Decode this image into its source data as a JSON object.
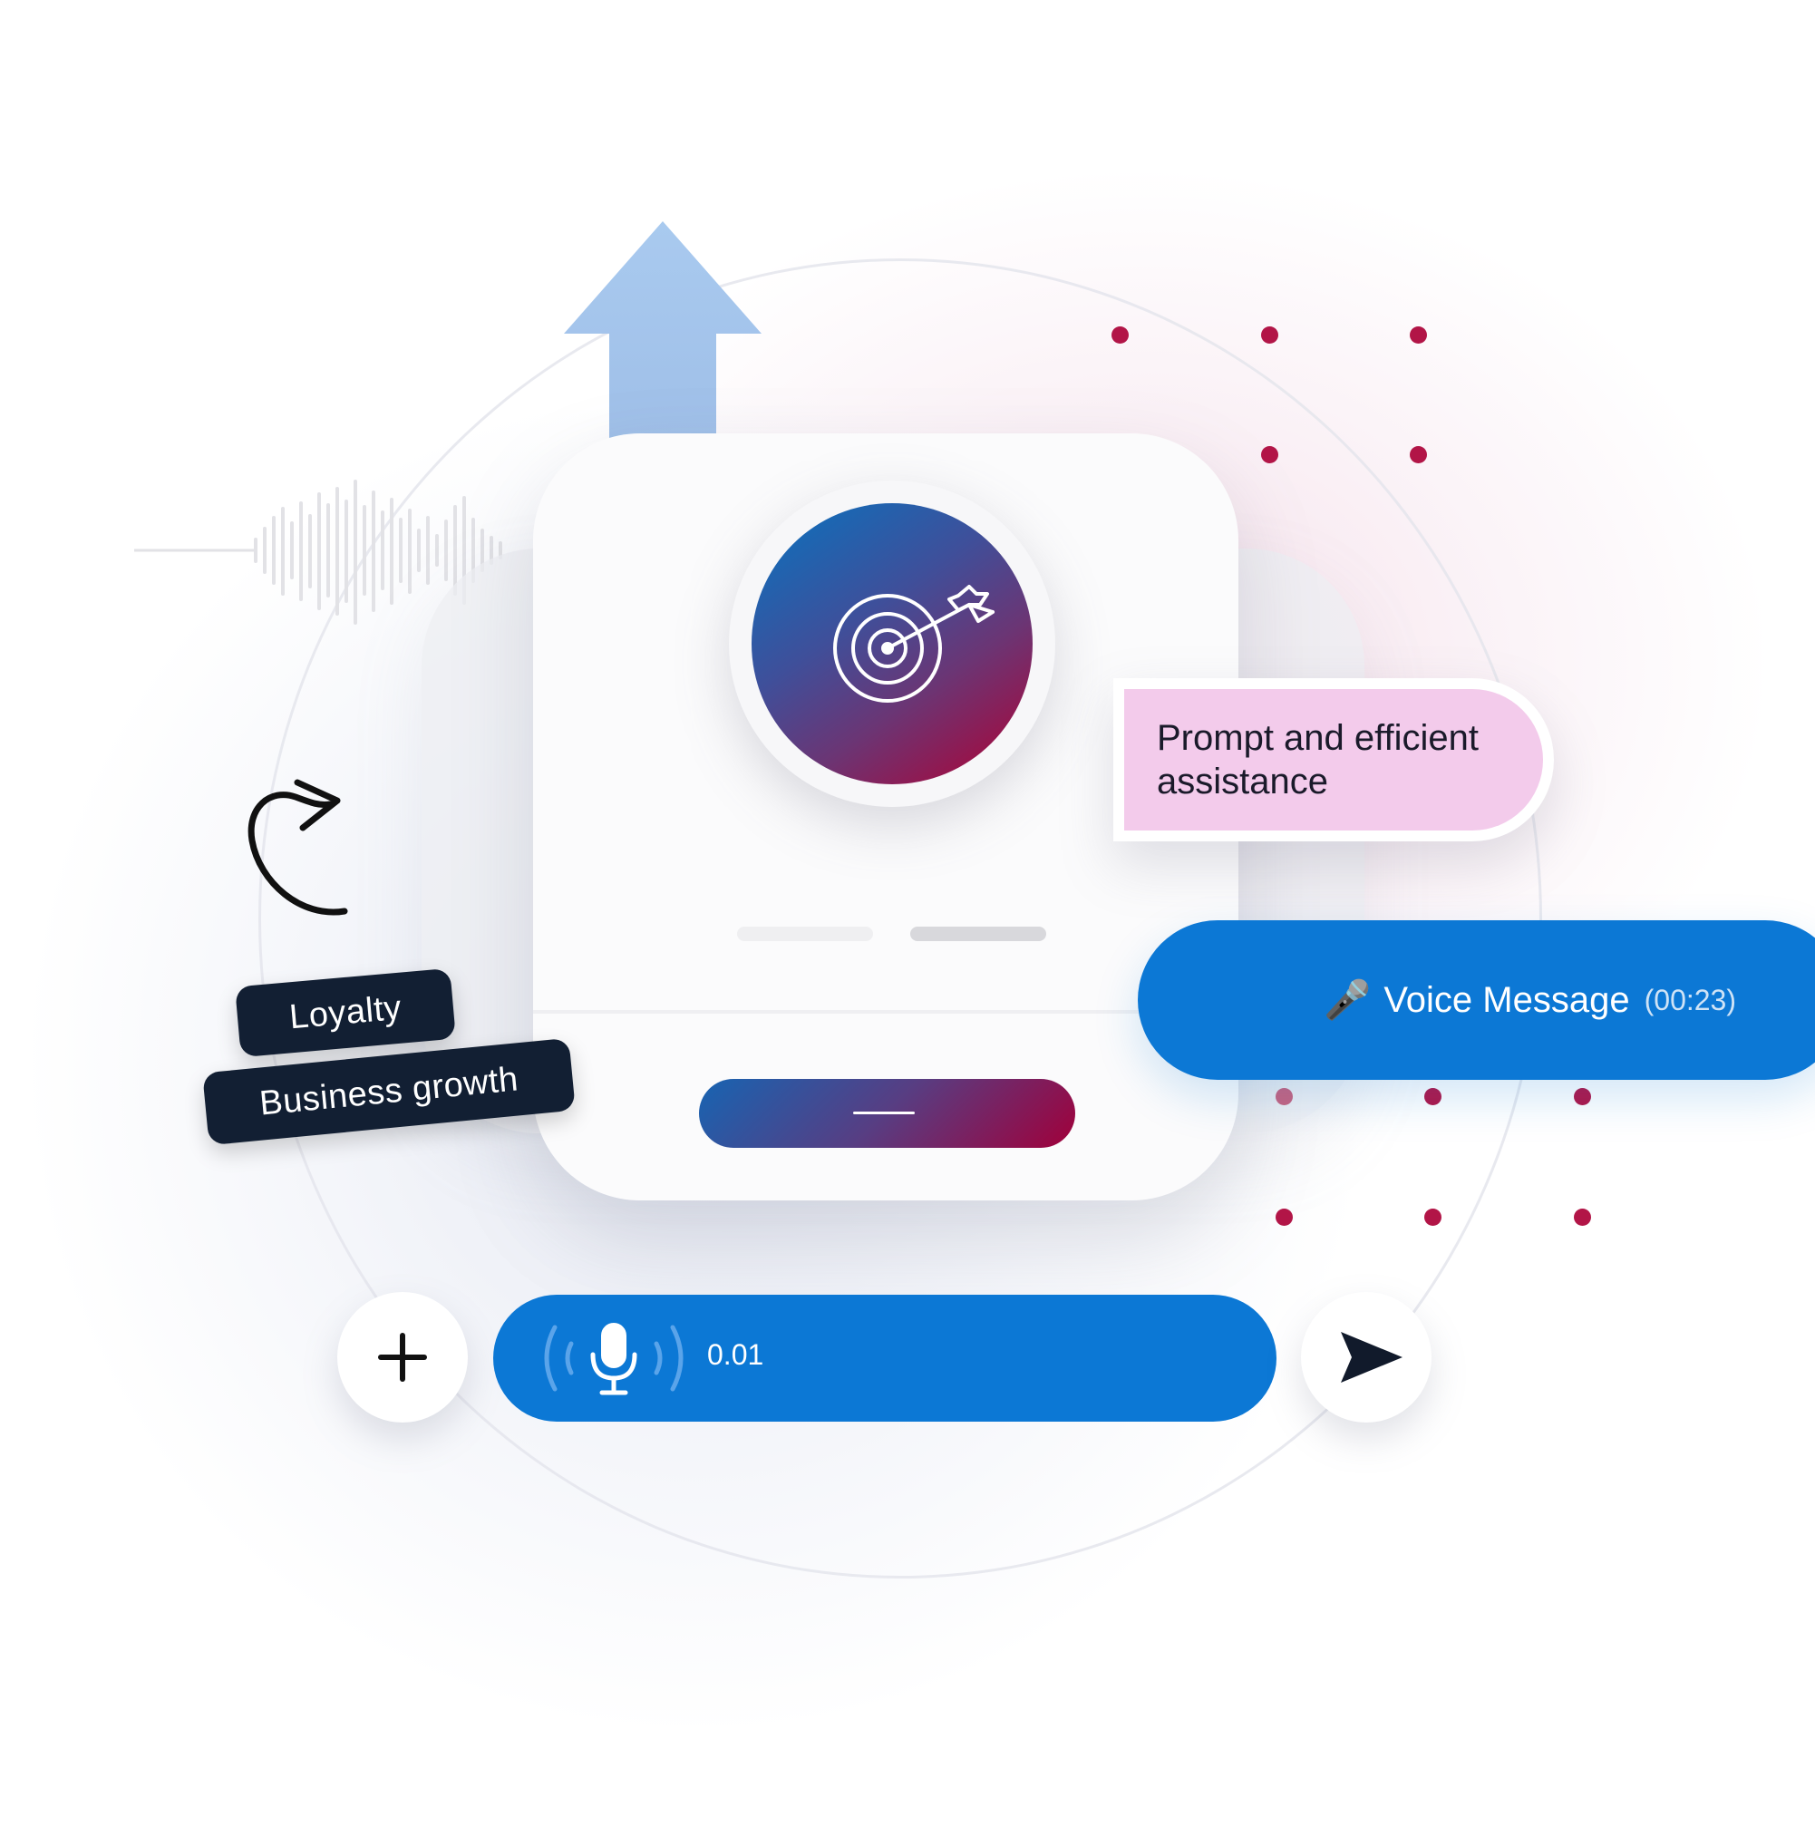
{
  "tags": {
    "loyalty": "Loyalty",
    "business_growth": "Business growth"
  },
  "prompt_bubble": {
    "line1": "Prompt and efficient",
    "line2": "assistance"
  },
  "voice_message": {
    "icon": "microphone-icon",
    "label": "Voice Message",
    "duration": "(00:23)"
  },
  "input_bar": {
    "recording_value": "0.01"
  },
  "colors": {
    "primary_blue": "#0c78d5",
    "arrow_blue": "#a7c8ee",
    "dot_crimson": "#b21547",
    "tag_navy": "#121f33",
    "bubble_pink": "#f3cbeb",
    "gradient_start": "#1764b2",
    "gradient_end": "#a1003a"
  }
}
